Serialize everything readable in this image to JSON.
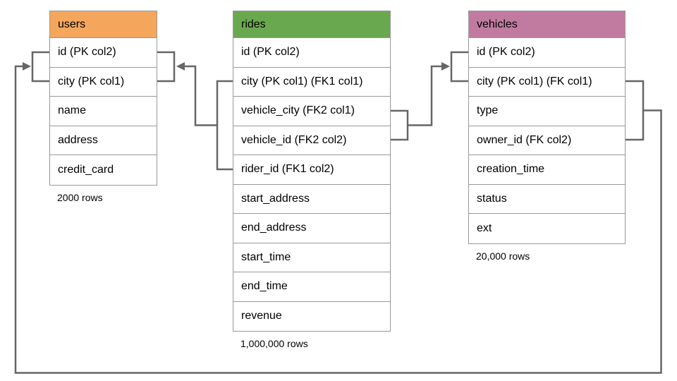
{
  "tables": [
    {
      "name": "users",
      "header_color": "#F4A65D",
      "rows": [
        "id (PK col2)",
        "city (PK col1)",
        "name",
        "address",
        "credit_card"
      ],
      "row_count": "2000 rows"
    },
    {
      "name": "rides",
      "header_color": "#6AA84F",
      "rows": [
        "id (PK col2)",
        "city (PK col1) (FK1 col1)",
        "vehicle_city (FK2 col1)",
        "vehicle_id (FK2 col2)",
        "rider_id (FK1 col2)",
        "start_address",
        "end_address",
        "start_time",
        "end_time",
        "revenue"
      ],
      "row_count": "1,000,000 rows"
    },
    {
      "name": "vehicles",
      "header_color": "#C27BA0",
      "rows": [
        "id (PK col2)",
        "city (PK col1) (FK col1)",
        "type",
        "owner_id (FK col2)",
        "creation_time",
        "status",
        "ext"
      ],
      "row_count": "20,000 rows"
    }
  ],
  "relationships": [
    {
      "name": "rides-fk1-to-users",
      "from_table": "rides",
      "from_columns": [
        "city (PK col1) (FK1 col1)",
        "rider_id (FK1 col2)"
      ],
      "to_table": "users",
      "to_columns": [
        "id (PK col2)",
        "city (PK col1)"
      ]
    },
    {
      "name": "rides-fk2-to-vehicles",
      "from_table": "rides",
      "from_columns": [
        "vehicle_city (FK2 col1)",
        "vehicle_id (FK2 col2)"
      ],
      "to_table": "vehicles",
      "to_columns": [
        "id (PK col2)",
        "city (PK col1) (FK col1)"
      ]
    },
    {
      "name": "vehicles-fk-to-users",
      "from_table": "vehicles",
      "from_columns": [
        "city (PK col1) (FK col1)",
        "owner_id (FK col2)"
      ],
      "to_table": "users",
      "to_columns": [
        "id (PK col2)",
        "city (PK col1)"
      ]
    }
  ],
  "colors": {
    "connector": "#666666",
    "cell_border": "#999999",
    "text": "#000000",
    "background": "#FFFFFF"
  }
}
